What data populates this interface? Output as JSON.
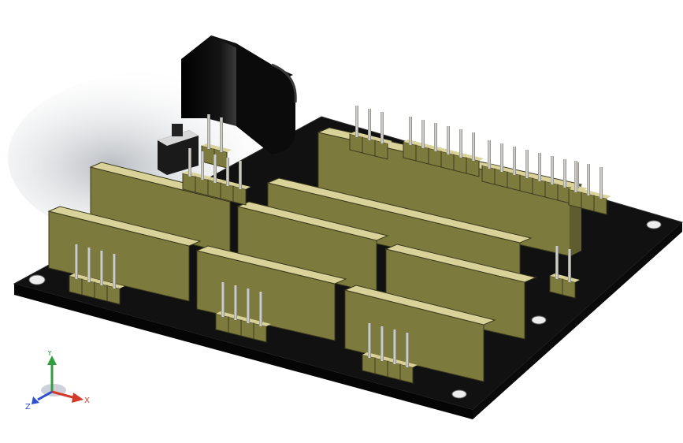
{
  "viewport": {
    "background": "#ffffff",
    "board_color": "#111111",
    "header_color": "#7d7a3e",
    "header_top_color": "#d9d39a",
    "pin_color": "#c7c6c0",
    "jack_color": "#050505"
  },
  "triad": {
    "y_label": "Y",
    "x_label": "X",
    "z_label": "Z",
    "y_color": "#2e9e3e",
    "x_color": "#d23a2a",
    "z_color": "#2b4fcf"
  }
}
